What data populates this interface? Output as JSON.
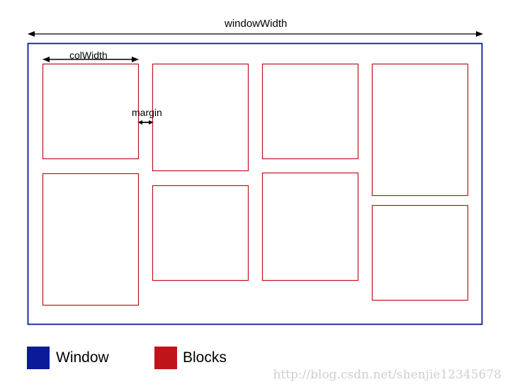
{
  "labels": {
    "window_width": "windowWidth",
    "col_width": "colWidth",
    "margin": "margin"
  },
  "legend": [
    {
      "label": "Window",
      "color": "#0a1a99"
    },
    {
      "label": "Blocks",
      "color": "#c0141a"
    }
  ],
  "colors": {
    "window_border": "#0a1a99",
    "block_border": "#c0141a",
    "arrow": "#000000"
  },
  "watermark": "http://blog.csdn.net/shenjie12345678"
}
